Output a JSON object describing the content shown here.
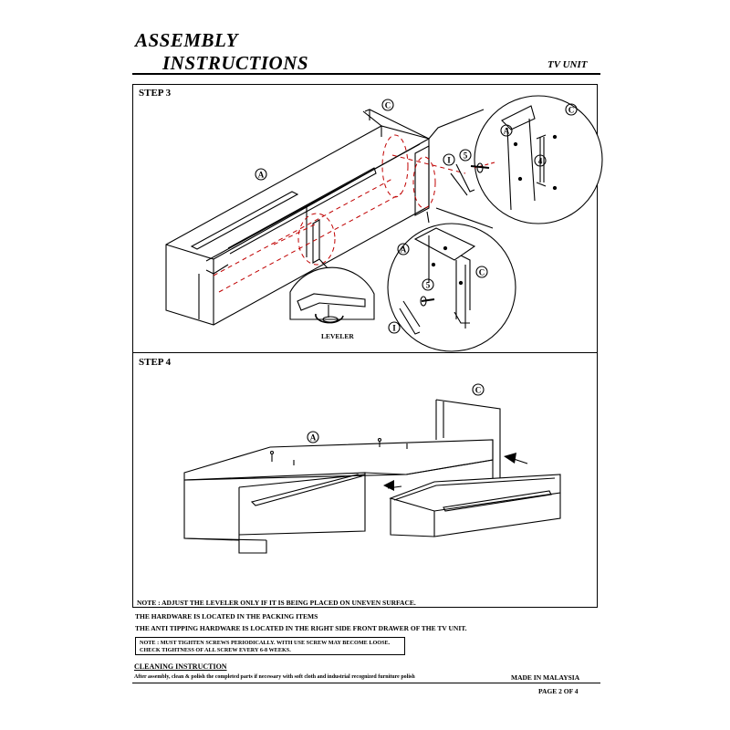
{
  "header": {
    "title_line1": "ASSEMBLY",
    "title_line2": "INSTRUCTIONS",
    "product": "TV UNIT"
  },
  "steps": [
    {
      "label": "STEP 3"
    },
    {
      "label": "STEP 4"
    }
  ],
  "parts": {
    "a": "A",
    "c": "C",
    "i": "I",
    "n4": "4",
    "n5": "5"
  },
  "leveler_label": "LEVELER",
  "notes": {
    "leveler": "NOTE : ADJUST THE LEVELER ONLY IF IT IS BEING PLACED ON UNEVEN SURFACE.",
    "hardware": "THE HARDWARE IS LOCATED IN THE PACKING ITEMS",
    "anti_tipping": "THE ANTI TIPPING HARDWARE IS LOCATED IN THE RIGHT SIDE FRONT DRAWER OF THE TV UNIT.",
    "screws_line1": "NOTE : MUST TIGHTEN SCREWS PERIODICALLY. WITH USE SCREW MAY BECOME LOOSE.",
    "screws_line2": "CHECK TIGHTNESS OF ALL SCREW EVERY 6-8 WEEKS."
  },
  "cleaning": {
    "heading": "CLEANING INSTRUCTION",
    "text": "After assembly, clean & polish the completed parts if necessary with soft cloth and industrial recognized furniture polish"
  },
  "footer": {
    "made_in": "MADE IN MALAYSIA",
    "page": "PAGE 2 OF 4"
  }
}
